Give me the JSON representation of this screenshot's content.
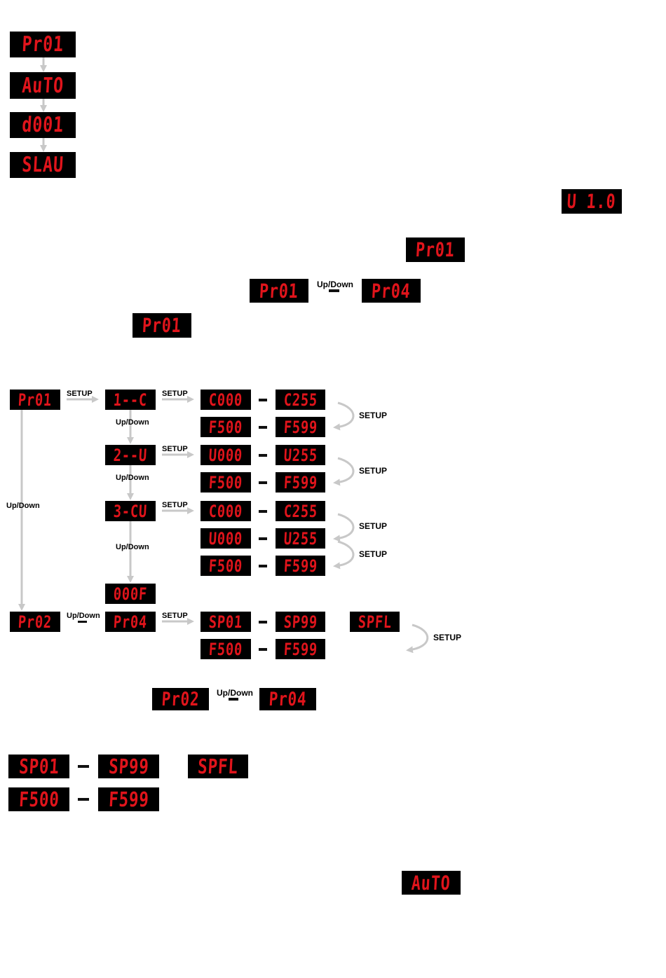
{
  "colors": {
    "display_bg": "#000000",
    "display_text": "#e0141b",
    "arrow": "#c8c8c8",
    "label": "#000000"
  },
  "top_sequence": [
    "Pr01",
    "AuTO",
    "d001",
    "SLAU"
  ],
  "version_display": "U 1.0",
  "mid_display": "Pr01",
  "range_row": {
    "from": "Pr01",
    "to": "Pr04",
    "label": "Up/Down"
  },
  "single_display": "Pr01",
  "flow": {
    "root": "Pr01",
    "root_to_modes_label": "SETUP",
    "vertical_label": "Up/Down",
    "mode_step_label": "Up/Down",
    "setup_label": "SETUP",
    "modes": [
      "1--C",
      "2--U",
      "3-CU",
      "000F"
    ],
    "mode1_rows": [
      [
        "C000",
        "C255"
      ],
      [
        "F500",
        "F599"
      ]
    ],
    "mode2_rows": [
      [
        "U000",
        "U255"
      ],
      [
        "F500",
        "F599"
      ]
    ],
    "mode3_rows": [
      [
        "C000",
        "C255"
      ],
      [
        "U000",
        "U255"
      ],
      [
        "F500",
        "F599"
      ]
    ],
    "loop_labels": [
      "SETUP",
      "SETUP",
      "SETUP",
      "SETUP",
      "SETUP"
    ],
    "bottom_from": "Pr02",
    "bottom_to": "Pr04",
    "bottom_label": "Up/Down",
    "bottom_setup_label": "SETUP",
    "sp_rows": [
      [
        "SP01",
        "SP99"
      ],
      [
        "F500",
        "F599"
      ]
    ],
    "spfl": "SPFL",
    "spfl_setup_label": "SETUP"
  },
  "range_row_2": {
    "from": "Pr02",
    "to": "Pr04",
    "label": "Up/Down"
  },
  "standalone": {
    "sp_from": "SP01",
    "sp_to": "SP99",
    "spfl": "SPFL",
    "fs_from": "F500",
    "fs_to": "F599"
  },
  "bottom_display": "AuTO"
}
